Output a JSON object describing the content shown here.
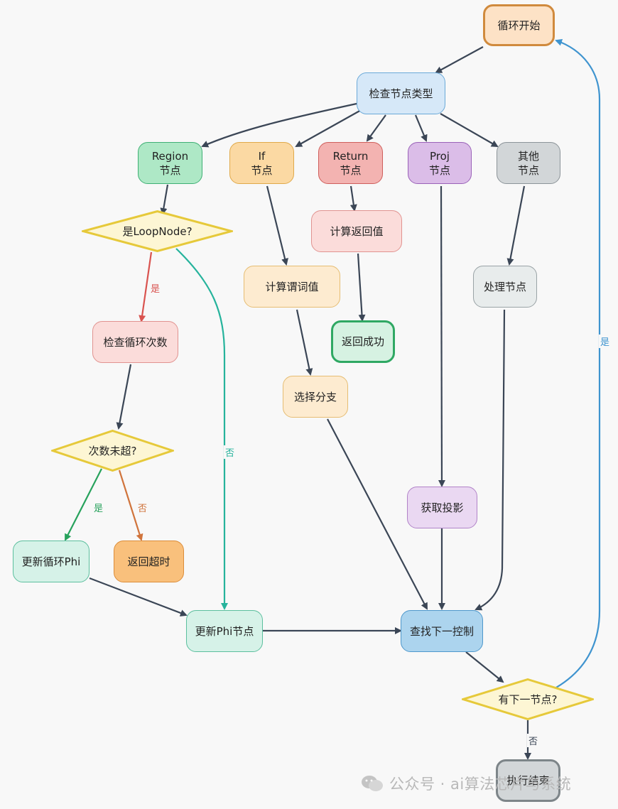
{
  "nodes": {
    "loop_start": "循环开始",
    "check_type": "检查节点类型",
    "region": "Region\n节点",
    "if_node": "If\n节点",
    "return_node": "Return\n节点",
    "proj": "Proj\n节点",
    "other": "其他\n节点",
    "is_loopnode": "是LoopNode?",
    "compute_ret": "计算返回值",
    "compute_pred": "计算谓词值",
    "handle_node": "处理节点",
    "check_loop_count": "检查循环次数",
    "return_success": "返回成功",
    "select_branch": "选择分支",
    "count_not_exceeded": "次数未超?",
    "get_projection": "获取投影",
    "update_loop_phi": "更新循环Phi",
    "return_timeout": "返回超时",
    "update_phi": "更新Phi节点",
    "find_next_control": "查找下一控制",
    "has_next": "有下一节点?",
    "exec_end": "执行结束"
  },
  "edge_labels": {
    "loop_yes": "是",
    "loop_no": "否",
    "count_yes": "是",
    "count_no": "否",
    "next_yes": "是",
    "next_no": "否"
  },
  "colors": {
    "edge": "#3b4656",
    "loop_yes": "#d9534f",
    "loop_no": "#26b39c",
    "count_yes": "#27a25c",
    "count_no": "#d0743c",
    "next_yes": "#3f94cf"
  },
  "watermark": "公众号 · ai算法芯片与系统"
}
